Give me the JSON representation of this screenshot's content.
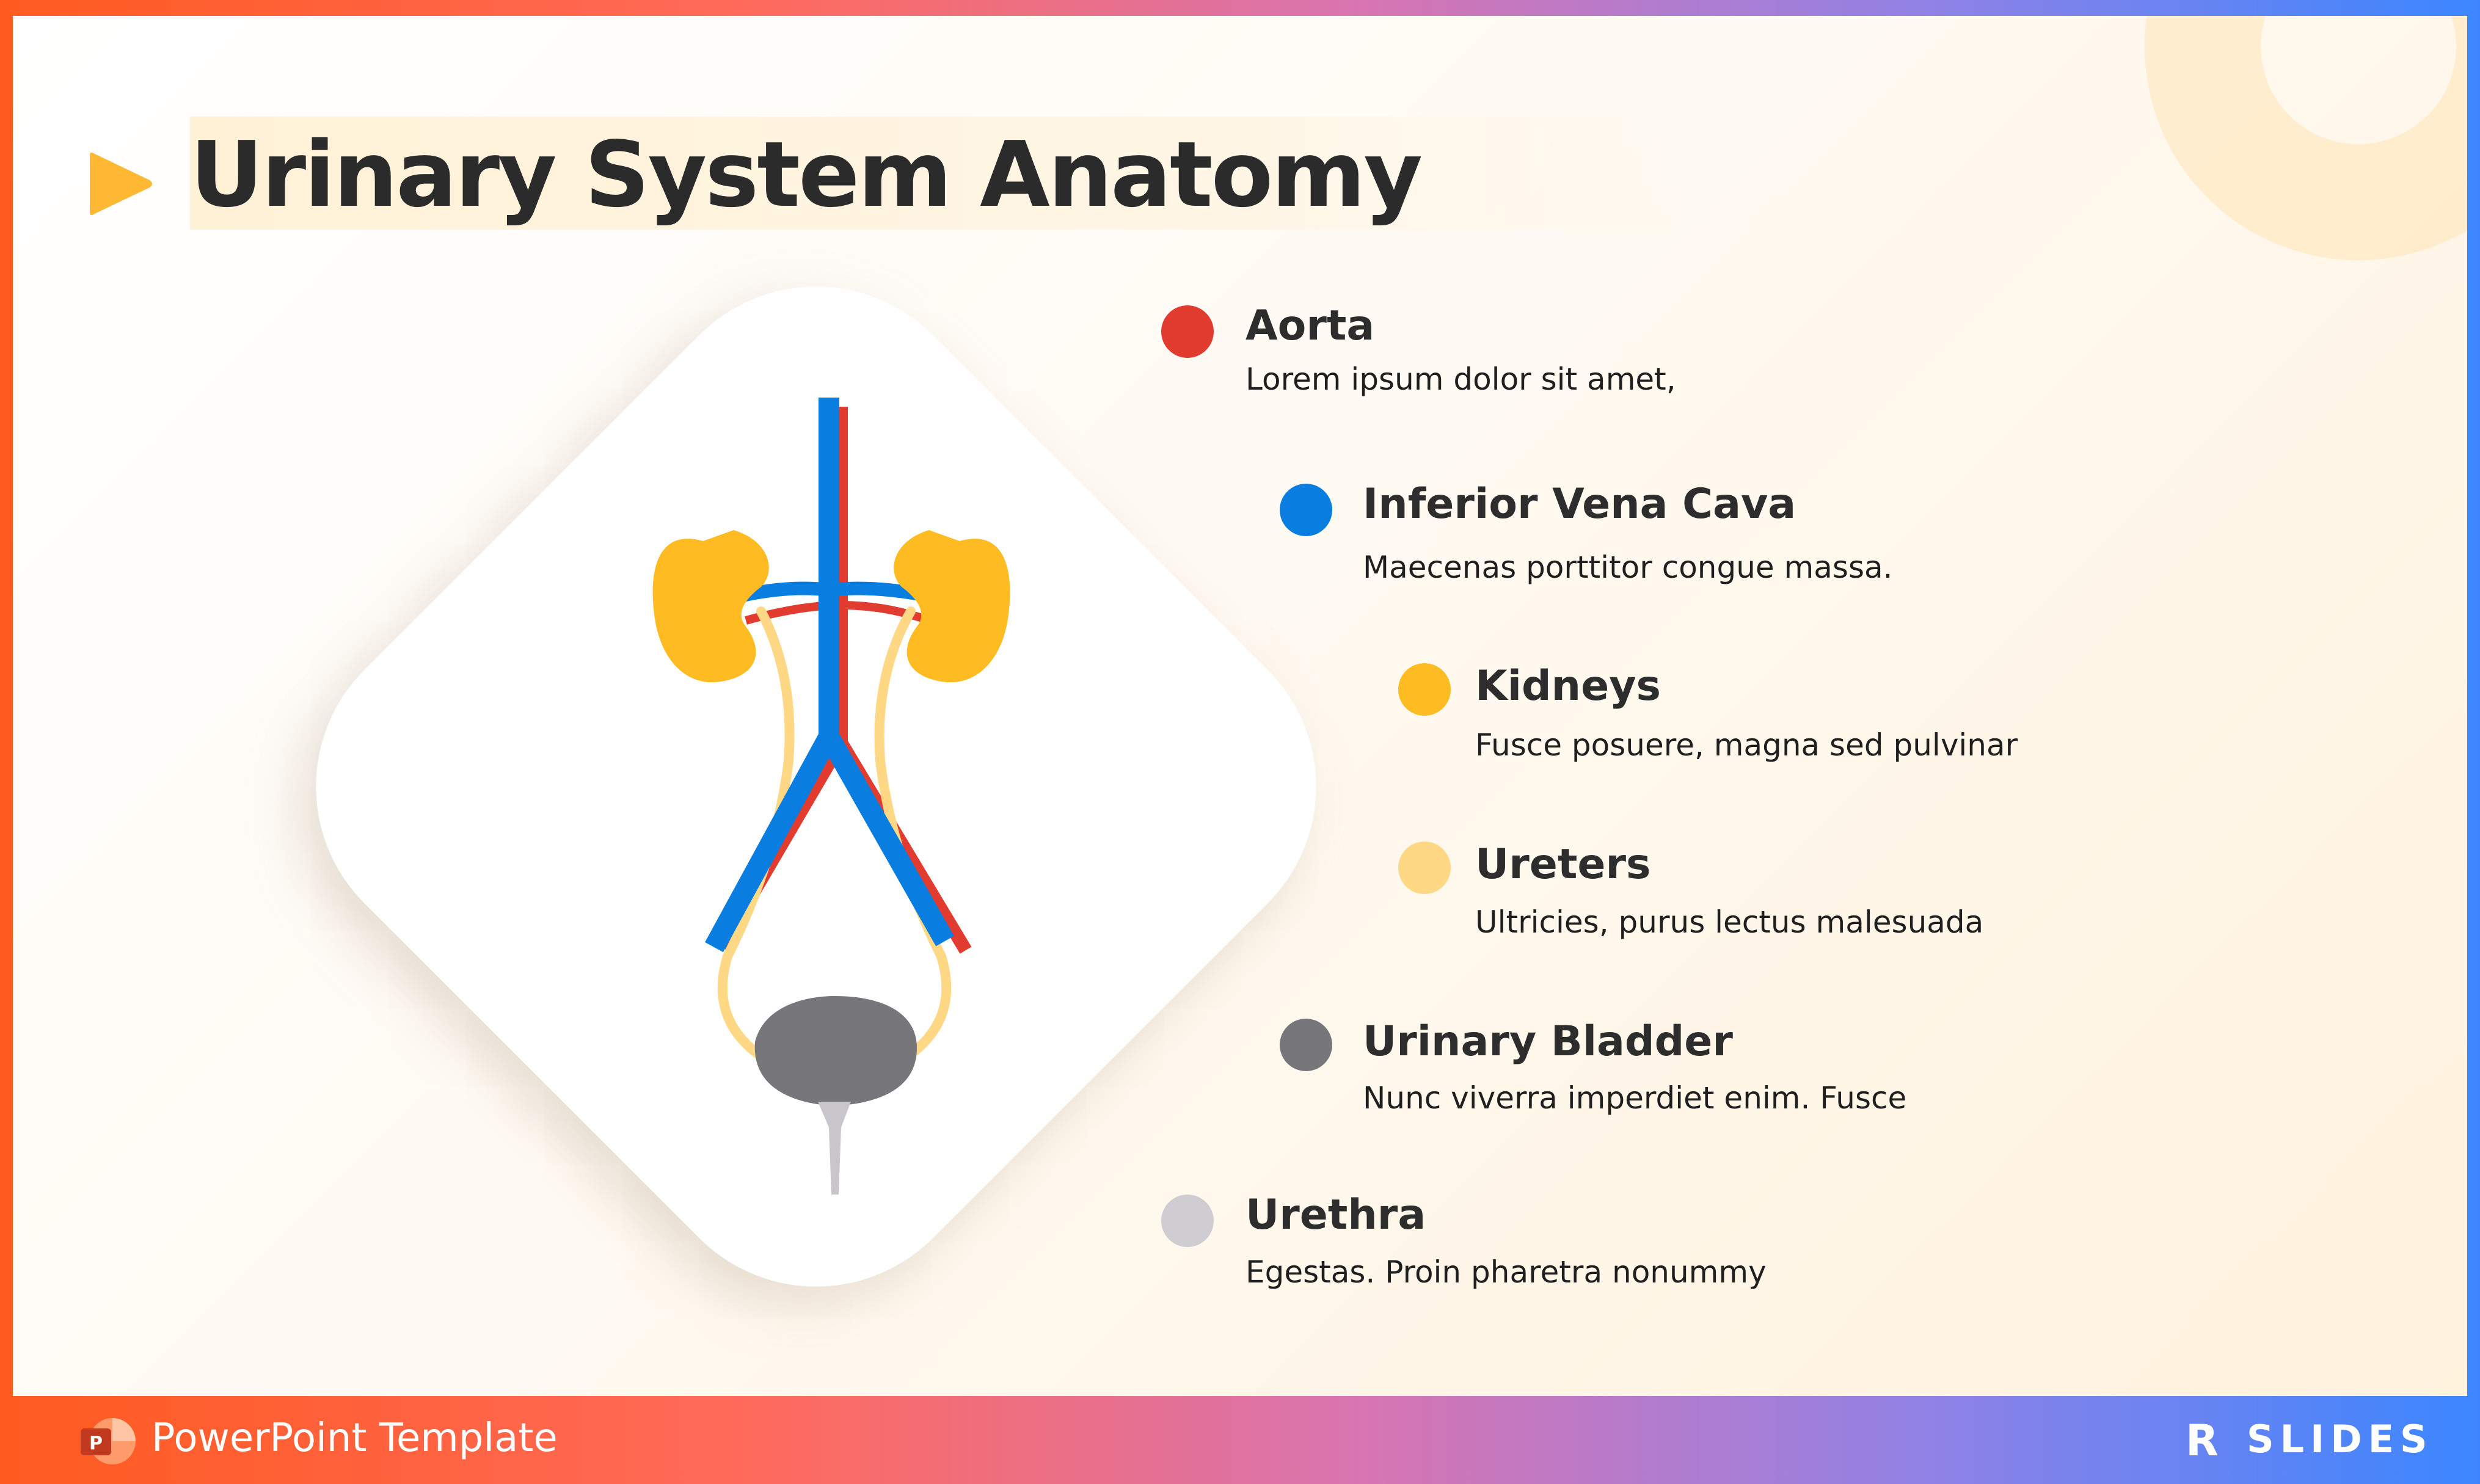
{
  "slide": {
    "title": "Urinary System Anatomy",
    "items": [
      {
        "title": "Aorta",
        "description": "Lorem ipsum dolor sit amet,",
        "color": "#e23b2f"
      },
      {
        "title": "Inferior Vena Cava",
        "description": "Maecenas porttitor congue massa.",
        "color": "#0a7ee0"
      },
      {
        "title": "Kidneys",
        "description": "Fusce posuere, magna sed pulvinar",
        "color": "#ffbb22"
      },
      {
        "title": "Ureters",
        "description": "Ultricies, purus lectus malesuada",
        "color": "#ffd885"
      },
      {
        "title": "Urinary Bladder",
        "description": "Nunc viverra imperdiet enim. Fusce",
        "color": "#77767a"
      },
      {
        "title": "Urethra",
        "description": "Egestas. Proin pharetra nonummy",
        "color": "#cfcdd2"
      }
    ]
  },
  "footer": {
    "label": "PowerPoint Template",
    "brand_prefix": "R",
    "brand_name": "SLIDES",
    "icon": "powerpoint-icon"
  },
  "colors": {
    "gradient_start": "#ff5a1f",
    "gradient_end": "#3b86ff",
    "title_arrow": "#ffb833"
  }
}
